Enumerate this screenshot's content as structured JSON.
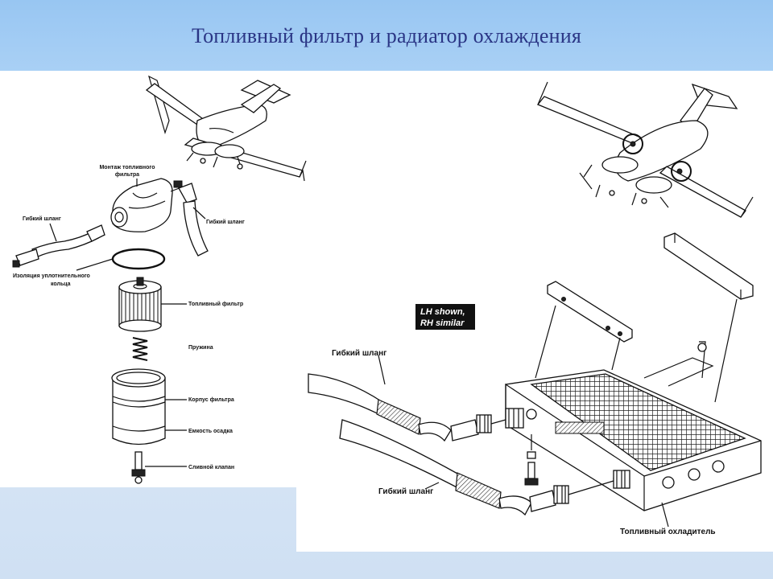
{
  "title": "Топливный фильтр и радиатор охлаждения",
  "left_diagram": {
    "labels": {
      "filter_mount": [
        "Монтаж топливного",
        "фильтра"
      ],
      "hose_left": "Гибкий шланг",
      "hose_right": "Гибкий шланг",
      "oring": [
        "Изоляция уплотнительного",
        "кольца"
      ],
      "fuel_filter": "Топливный фильтр",
      "spring": "Пружина",
      "filter_housing": "Корпус фильтра",
      "sediment_bowl": "Емкость осадка",
      "drain_valve": "Сливной клапан"
    }
  },
  "right_diagram": {
    "note": [
      "LH shown,",
      "RH similar"
    ],
    "labels": {
      "hose_upper": "Гибкий шланг",
      "hose_lower": "Гибкий шланг",
      "fuel_cooler": "Топливный охладитель"
    }
  }
}
